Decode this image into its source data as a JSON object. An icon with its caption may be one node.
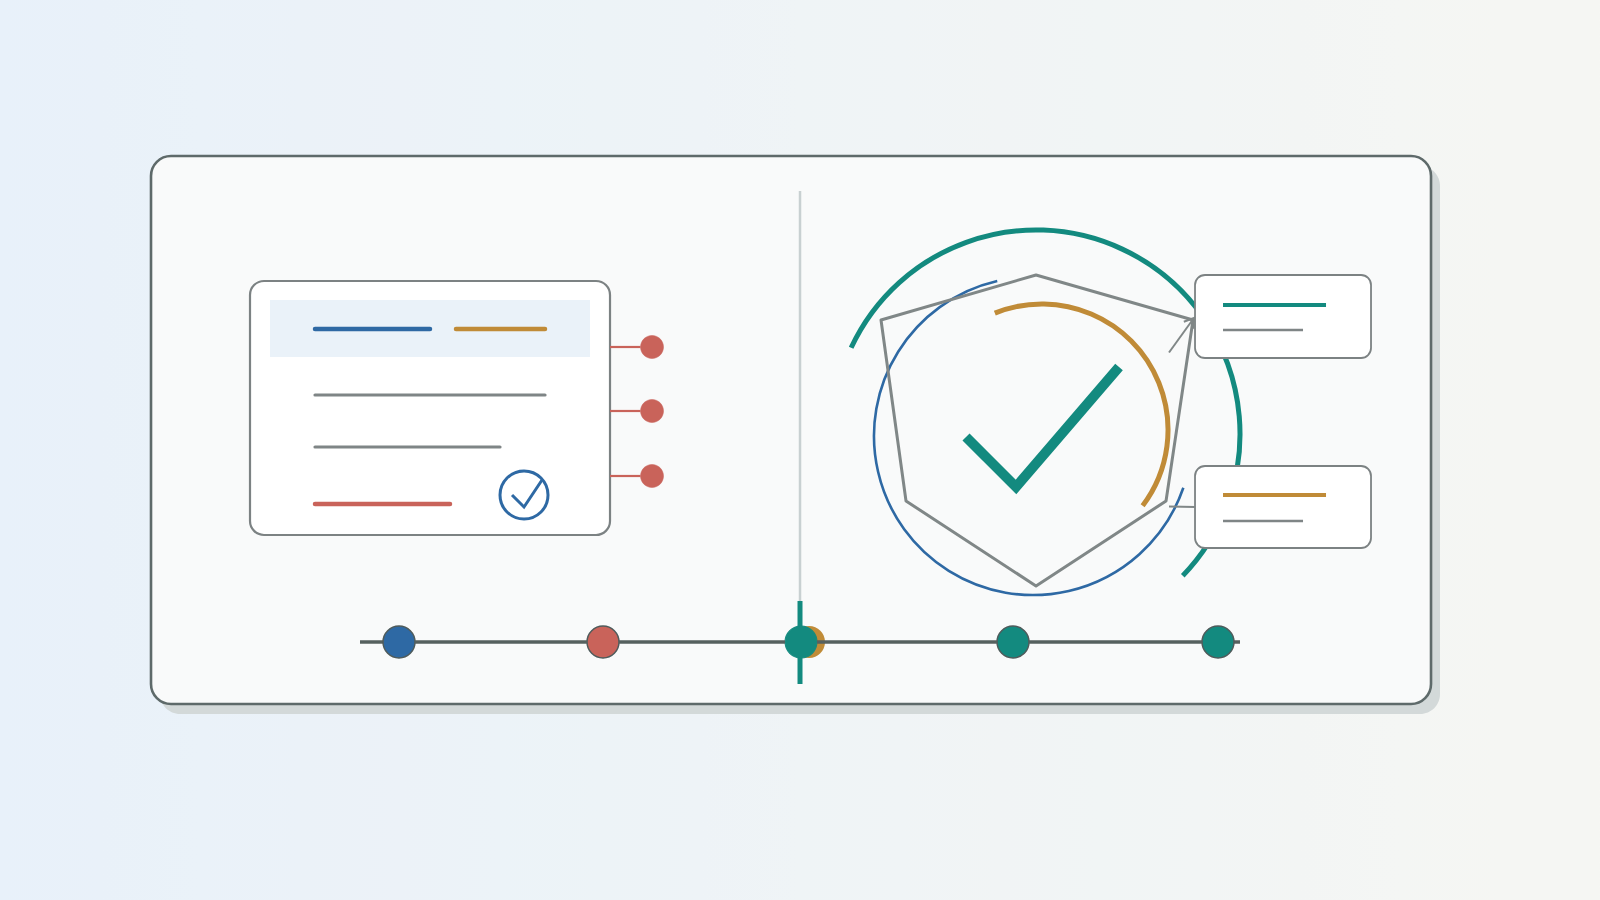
{
  "diagram": {
    "nodes": [
      {
        "text": [],
        "shape": "box"
      },
      {
        "text": [],
        "shape": "box",
        "in": 0
      },
      {
        "text": [],
        "shape": "circle",
        "in": 0
      },
      {
        "text": [],
        "shape": "circle",
        "in": 0
      },
      {
        "text": [],
        "shape": "circle",
        "in": 0
      },
      {
        "text": [],
        "shape": "shield",
        "in": 0
      },
      {
        "text": [],
        "shape": "box",
        "in": 0
      },
      {
        "text": [],
        "shape": "box",
        "in": 0
      },
      {
        "text": [],
        "shape": "circle",
        "in": 0
      },
      {
        "text": [],
        "shape": "circle",
        "in": 0
      },
      {
        "text": [],
        "shape": "circle",
        "in": 0
      },
      {
        "text": [],
        "shape": "circle",
        "in": 0
      },
      {
        "text": [],
        "shape": "circle",
        "in": 0
      }
    ],
    "edges": [
      {
        "from": 1,
        "to": 2,
        "arrow": "none",
        "color": "#c9635a"
      },
      {
        "from": 1,
        "to": 3,
        "arrow": "none",
        "color": "#c9635a"
      },
      {
        "from": 1,
        "to": 4,
        "arrow": "none",
        "color": "#c9635a"
      },
      {
        "from": 5,
        "to": 6,
        "arrow": "to",
        "color": "#808787"
      },
      {
        "from": 5,
        "to": 7,
        "arrow": "none",
        "color": "#808787"
      },
      {
        "from": 8,
        "to": 9,
        "arrow": "none"
      },
      {
        "from": 9,
        "to": 10,
        "arrow": "none"
      },
      {
        "from": 10,
        "to": 11,
        "arrow": "none"
      },
      {
        "from": 11,
        "to": 12,
        "arrow": "none"
      }
    ]
  }
}
